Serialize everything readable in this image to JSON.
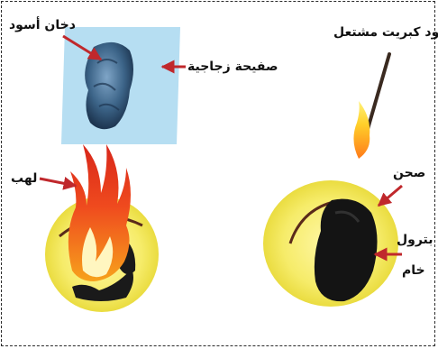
{
  "labels": {
    "black_smoke": "دخان أسود",
    "glass_plate": "صفيحة زجاجية",
    "flame": "لهب",
    "lit_match": "عود كبريت مشتعل",
    "dish": "صحن",
    "crude_oil_line1": "بترول",
    "crude_oil_line2": "خام"
  },
  "colors": {
    "dish_yellow": "#f6ec6a",
    "dish_edge": "#e9d94a",
    "glass_blue": "#a9d8f0",
    "smoke_dark": "#2d4f6e",
    "flame_red": "#e8321e",
    "flame_orange": "#f7921c",
    "oil_black": "#141414",
    "arrow_red": "#c0282c",
    "match_wood": "#3a2a20"
  }
}
